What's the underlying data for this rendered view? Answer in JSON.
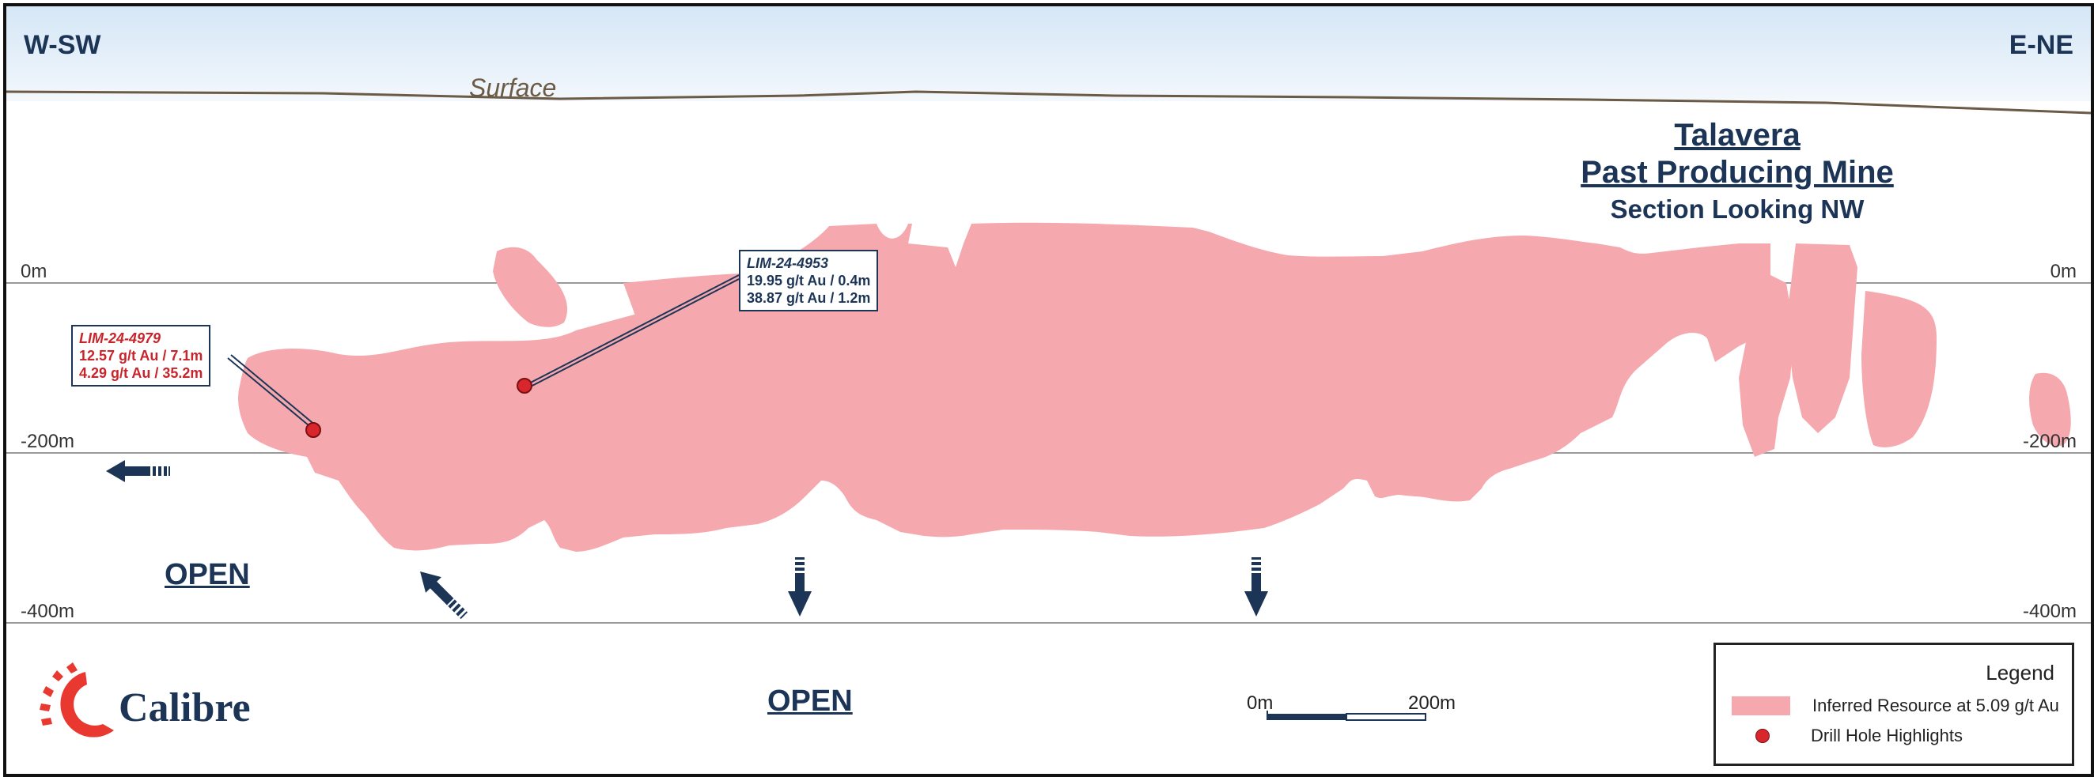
{
  "directions": {
    "left": "W-SW",
    "right": "E-NE"
  },
  "surface_label": "Surface",
  "title": {
    "line1": "Talavera",
    "line2": "Past Producing Mine",
    "line3": "Section Looking NW"
  },
  "depth_labels": [
    {
      "left": "0m",
      "right": "0m"
    },
    {
      "left": "-200m",
      "right": "-200m"
    },
    {
      "left": "-400m",
      "right": "-400m"
    }
  ],
  "drill_holes": [
    {
      "id": "LIM-24-4979",
      "intercepts": [
        "12.57 g/t Au / 7.1m",
        "4.29 g/t Au / 35.2m"
      ],
      "color": "#c8242c"
    },
    {
      "id": "LIM-24-4953",
      "intercepts": [
        "19.95 g/t Au / 0.4m",
        "38.87 g/t Au / 1.2m"
      ],
      "color": "#1c3557"
    }
  ],
  "open_labels": [
    "OPEN",
    "OPEN"
  ],
  "scale_bar": {
    "start": "0m",
    "end": "200m"
  },
  "legend": {
    "title": "Legend",
    "items": [
      {
        "label": "Inferred Resource at 5.09 g/t Au",
        "color": "#f5a9ae"
      },
      {
        "label": "Drill Hole Highlights",
        "color": "#d8262c"
      }
    ]
  },
  "logo_text": "Calibre",
  "colors": {
    "navy": "#1c3557",
    "resource": "#f5a9ae",
    "drill": "#d8262c",
    "surface": "#6b5a46"
  },
  "icons": [
    "arrow-left-icon",
    "arrow-down-left-icon",
    "arrow-down-icon",
    "calibre-logo-icon"
  ]
}
